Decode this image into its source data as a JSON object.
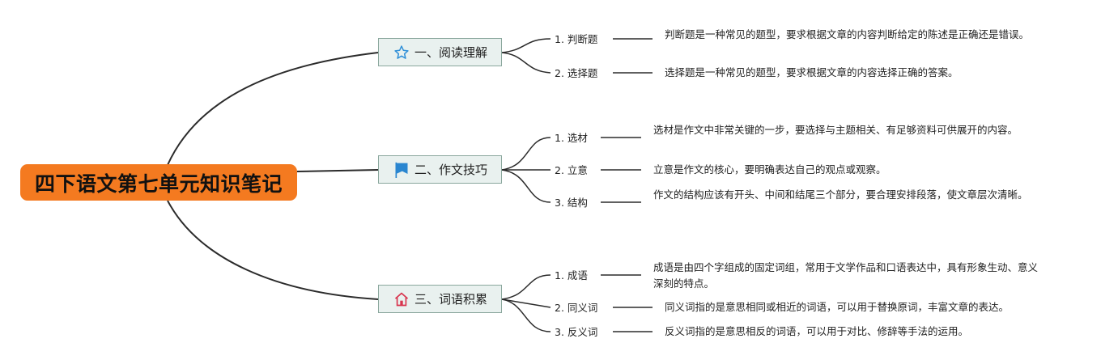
{
  "root": {
    "title": "四下语文第七单元知识笔记"
  },
  "branches": [
    {
      "label": "一、阅读理解",
      "icon": "star-icon",
      "icon_color": "#2e8fd8",
      "children": [
        {
          "label": "1. 判断题",
          "desc": "判断题是一种常见的题型，要求根据文章的内容判断给定的陈述是正确还是错误。"
        },
        {
          "label": "2. 选择题",
          "desc": "选择题是一种常见的题型，要求根据文章的内容选择正确的答案。"
        }
      ]
    },
    {
      "label": "二、作文技巧",
      "icon": "flag-icon",
      "icon_color": "#2a86d0",
      "children": [
        {
          "label": "1. 选材",
          "desc": "选材是作文中非常关键的一步，要选择与主题相关、有足够资料可供展开的内容。"
        },
        {
          "label": "2. 立意",
          "desc": "立意是作文的核心，要明确表达自己的观点或观察。"
        },
        {
          "label": "3. 结构",
          "desc": "作文的结构应该有开头、中间和结尾三个部分，要合理安排段落，使文章层次清晰。"
        }
      ]
    },
    {
      "label": "三、词语积累",
      "icon": "home-icon",
      "icon_color": "#d8344e",
      "children": [
        {
          "label": "1. 成语",
          "desc": "成语是由四个字组成的固定词组，常用于文学作品和口语表达中，具有形象生动、意义深刻的特点。"
        },
        {
          "label": "2. 同义词",
          "desc": "同义词指的是意思相同或相近的词语，可以用于替换原词，丰富文章的表达。"
        },
        {
          "label": "3. 反义词",
          "desc": "反义词指的是意思相反的词语，可以用于对比、修辞等手法的运用。"
        }
      ]
    }
  ],
  "colors": {
    "root_fill": "#f47a20",
    "branch_fill": "#e9f1ef",
    "branch_border": "#8aa79d",
    "connector": "#2b2b2b"
  }
}
